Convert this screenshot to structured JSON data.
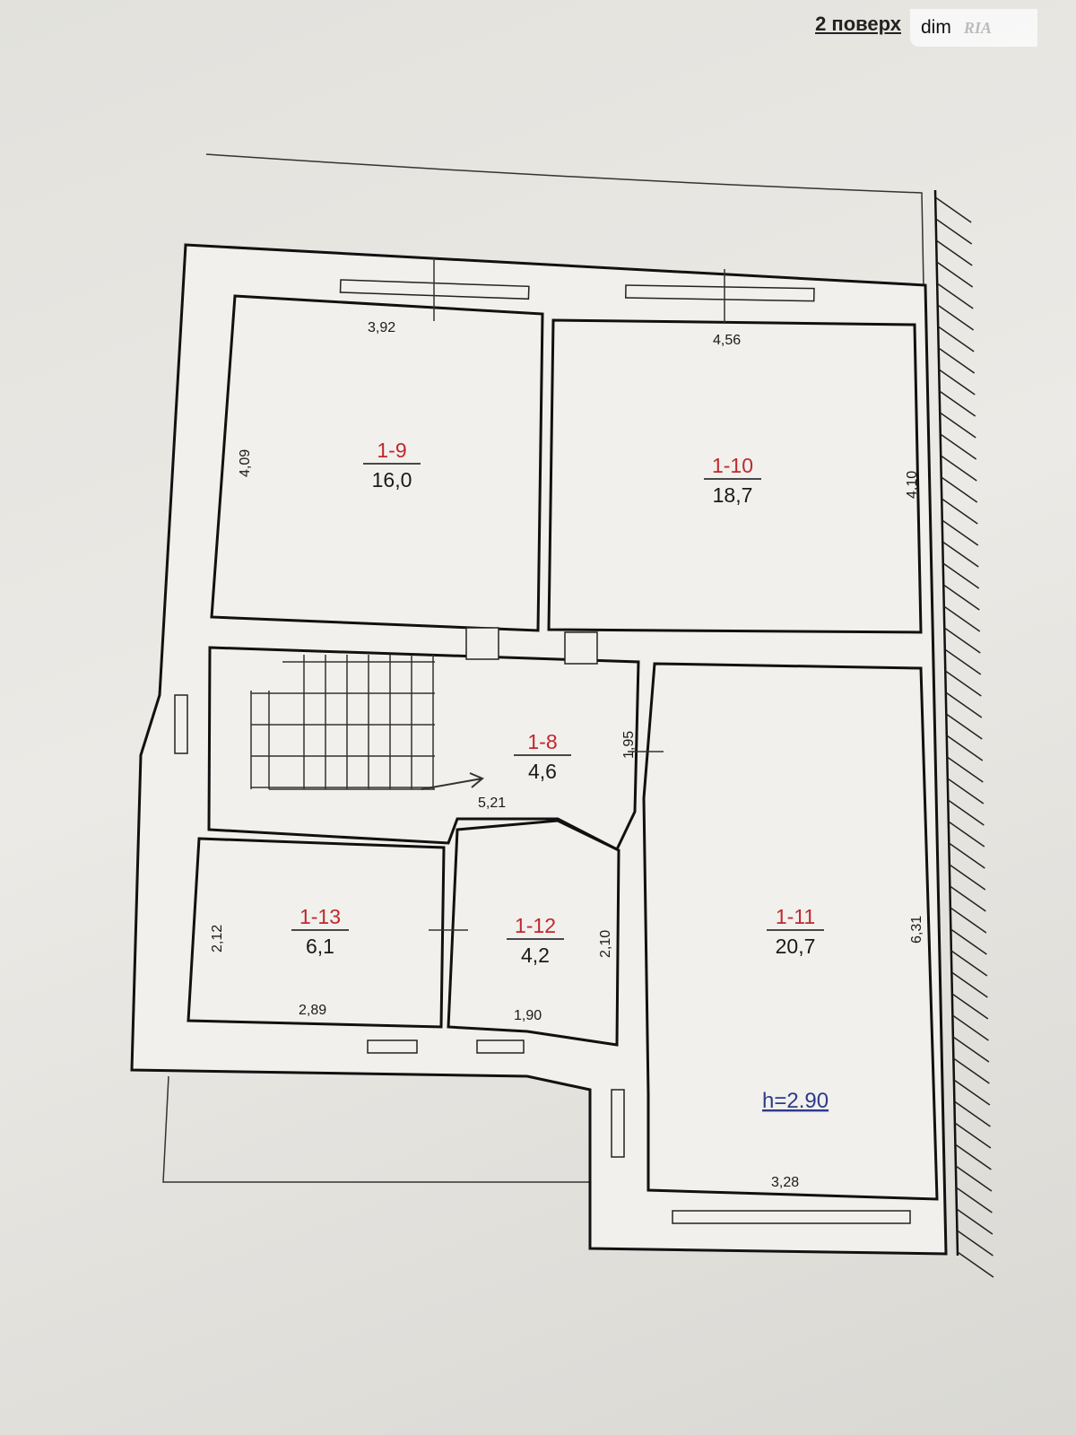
{
  "header": {
    "floor_label": "2 поверх",
    "watermark_text": "dim",
    "watermark_logo": "RIA"
  },
  "rooms": [
    {
      "id": "1-9",
      "area": "16,0"
    },
    {
      "id": "1-10",
      "area": "18,7"
    },
    {
      "id": "1-8",
      "area": "4,6"
    },
    {
      "id": "1-11",
      "area": "20,7"
    },
    {
      "id": "1-13",
      "area": "6,1"
    },
    {
      "id": "1-12",
      "area": "4,2"
    }
  ],
  "dimensions": [
    "3,92",
    "4,56",
    "4,09",
    "4,10",
    "1,95",
    "5,21",
    "2,12",
    "2,89",
    "2,10",
    "1,90",
    "6,31",
    "3,28"
  ],
  "ceiling_height": "h=2.90",
  "colors": {
    "room_id": "#c0282d",
    "height_label": "#2d3a8c",
    "walls": "#111111"
  }
}
